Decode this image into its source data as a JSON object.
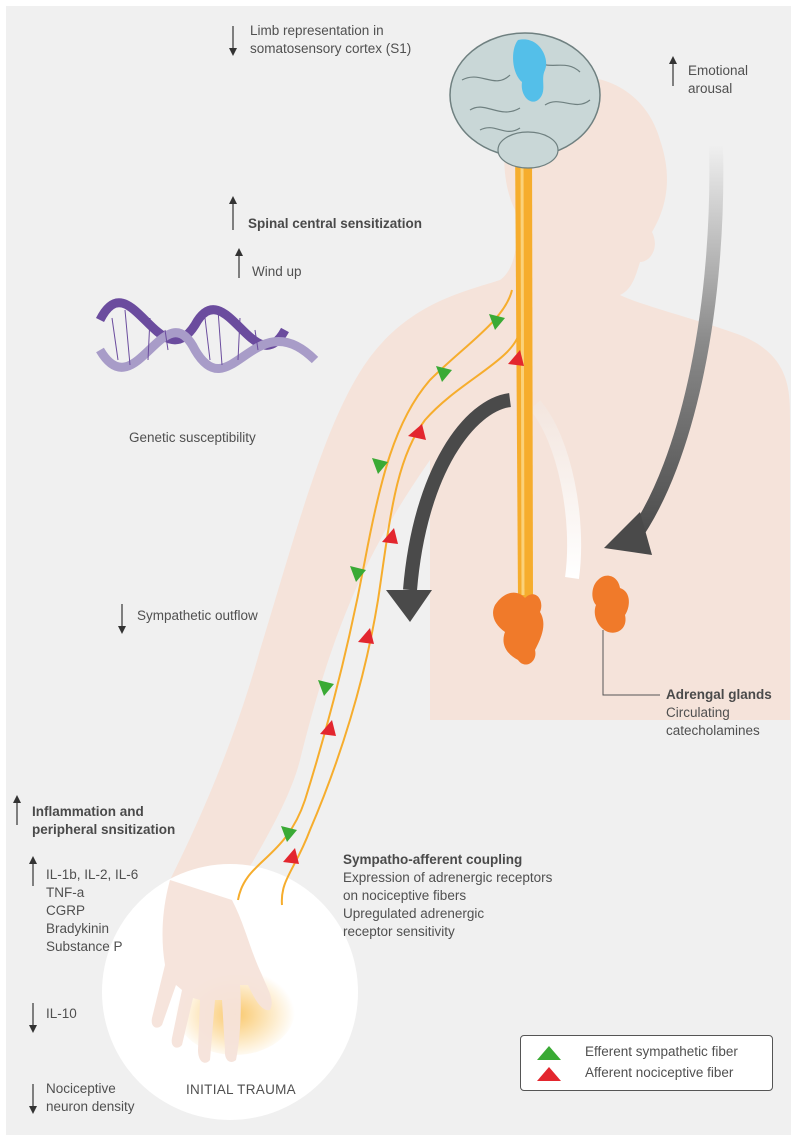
{
  "labels": {
    "limb_representation": [
      "Limb representation in",
      "somatosensory cortex (S1)"
    ],
    "emotional_arousal": [
      "Emotional",
      "arousal"
    ],
    "spinal_sensitization": "Spinal central sensitization",
    "wind_up": "Wind up",
    "genetic": "Genetic susceptibility",
    "sympathetic_outflow": "Sympathetic outflow",
    "adrenal_title": "Adrengal glands",
    "adrenal_sub": [
      "Circulating",
      "catecholamines"
    ],
    "inflammation": [
      "Inflammation and",
      "peripheral snsitization"
    ],
    "mediators": [
      "IL-1b, IL-2, IL-6",
      "TNF-a",
      "CGRP",
      "Bradykinin",
      "Substance P"
    ],
    "il10": "IL-10",
    "nociceptive_density": [
      "Nociceptive",
      "neuron density"
    ],
    "initial_trauma": "INITIAL TRAUMA",
    "coupling_title": "Sympatho-afferent coupling",
    "coupling_lines": [
      "Expression of adrenergic receptors",
      "on nociceptive fibers",
      "Upregulated adrenergic",
      "receptor sensitivity"
    ]
  },
  "legend": {
    "efferent": "Efferent sympathetic fiber",
    "afferent": "Afferent nociceptive fiber"
  },
  "colors": {
    "efferent": "#3aaa35",
    "afferent": "#e3262e",
    "nerve": "#f6ad2d",
    "gland": "#f07a2a",
    "brain": "#c9d7d7",
    "cortex": "#54bfe9",
    "dna": "#6b4c9e",
    "body": "#f5e3da"
  }
}
